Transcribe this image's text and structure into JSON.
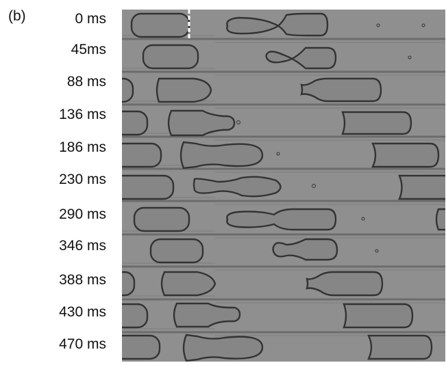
{
  "panel_label": "(b)",
  "time_labels": [
    "0 ms",
    "45ms",
    "88 ms",
    "136 ms",
    "186 ms",
    "230 ms",
    "290 ms",
    "346 ms",
    "388 ms",
    "430 ms",
    "470 ms"
  ],
  "colors": {
    "background": "#8f8f8f",
    "channel_wall": "#6e6e6e",
    "droplet_fill": "#888888",
    "droplet_edge": "#3a3a3a",
    "marker": "#ffffff"
  }
}
